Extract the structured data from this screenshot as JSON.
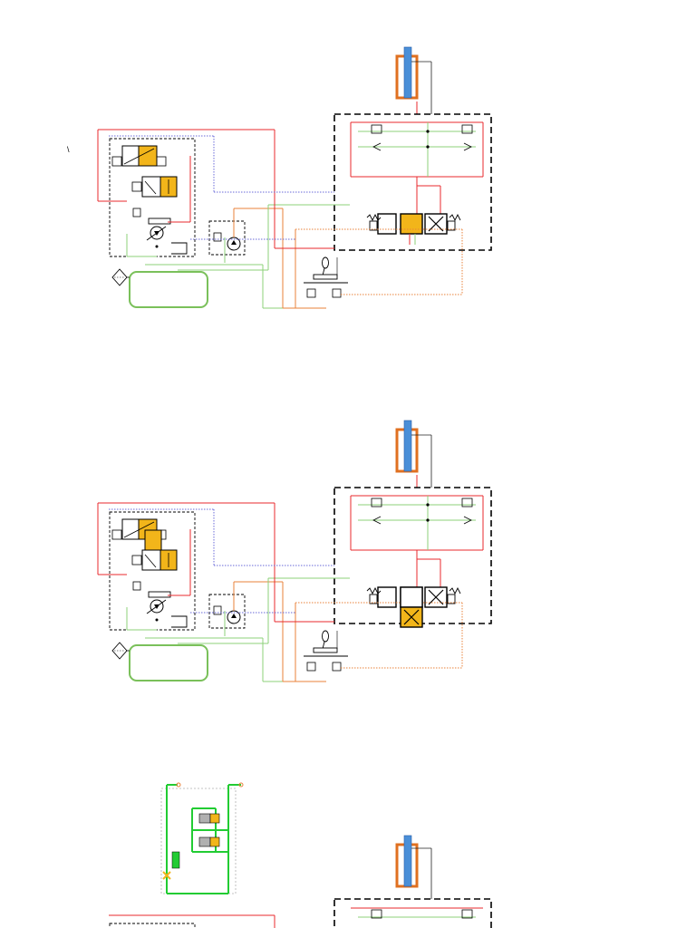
{
  "document": {
    "stray_mark": "\\"
  },
  "colors": {
    "pressure_line": "#e8282d",
    "return_line": "#8cd07a",
    "pilot_line": "#6a6ad8",
    "drain_line": "#e8823a",
    "cylinder_rod": "#4a8fd8",
    "cylinder_body": "#e07020",
    "valve_active": "#f2b51a",
    "tank_outline": "#7ac05a",
    "component_outline": "#000000",
    "inactive_valve": "#b0b0b0",
    "bright_line": "#22cc33"
  },
  "panels": [
    {
      "id": "panel-1",
      "state": "valve-centered"
    },
    {
      "id": "panel-2",
      "state": "valve-crossed"
    },
    {
      "id": "panel-3",
      "state": "partial-view"
    }
  ]
}
